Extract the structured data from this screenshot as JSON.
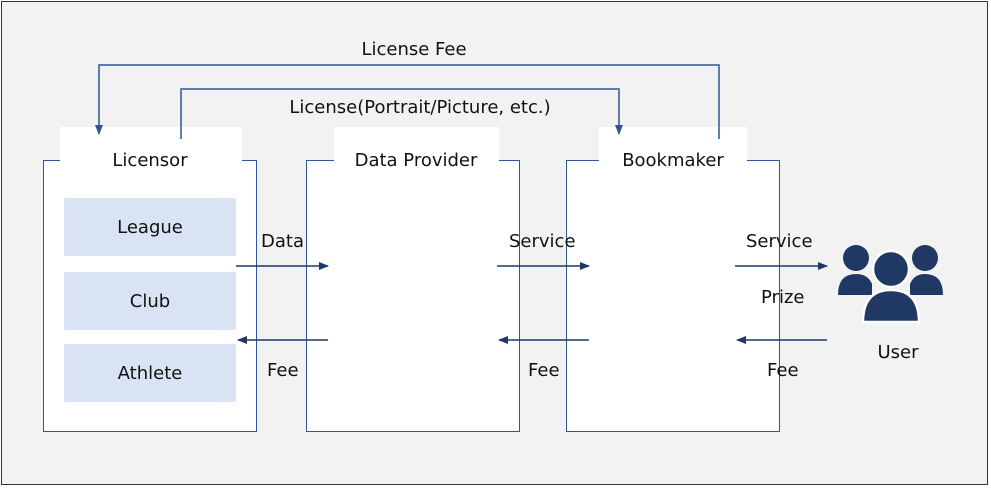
{
  "top_labels": {
    "license_fee": "License Fee",
    "license": "License(Portrait/Picture, etc.)"
  },
  "licensor": {
    "title": "Licensor",
    "items": [
      "League",
      "Club",
      "Athlete"
    ]
  },
  "data_provider": {
    "title": "Data Provider"
  },
  "bookmaker": {
    "title": "Bookmaker"
  },
  "flows": {
    "data": "Data",
    "service_dp": "Service",
    "service_bm": "Service",
    "prize": "Prize",
    "fee_licensor": "Fee",
    "fee_dp": "Fee",
    "fee_bm": "Fee"
  },
  "user": {
    "label": "User",
    "icon": "users-group-icon",
    "color": "#1f3864"
  },
  "colors": {
    "box_border": "#2f5597",
    "sub_fill": "#dae3f3",
    "arrow": "#1f3864",
    "background": "#f2f2f2"
  }
}
